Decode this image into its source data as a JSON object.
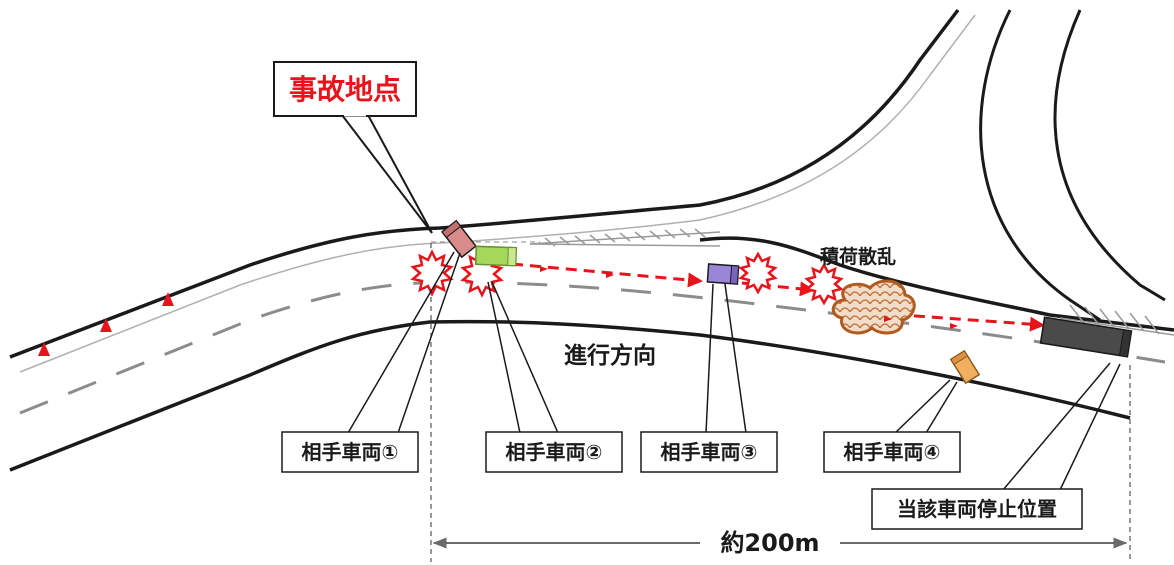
{
  "labels": {
    "accident_point": "事故地点",
    "cargo_scatter": "積荷散乱",
    "direction": "進行方向",
    "vehicle_1": "相手車両①",
    "vehicle_2": "相手車両②",
    "vehicle_3": "相手車両③",
    "vehicle_4": "相手車両④",
    "stop_position": "当該車両停止位置",
    "distance": "約200m"
  },
  "colors": {
    "accent_red": "#e8141b",
    "road_edge": "#1a1a1a",
    "lane_dash": "#8c8c8c",
    "vehicle_1": "#d98a8a",
    "vehicle_2": "#a6d65a",
    "vehicle_3": "#9a86d6",
    "vehicle_4": "#f0b060",
    "subject_vehicle": "#4a4a4a",
    "cargo": "#f2dcc7",
    "cargo_outline": "#b05a1e"
  },
  "icons": {
    "collision": "collision-burst-icon",
    "cone": "traffic-cone-icon",
    "direction_arrow": "dashed-red-arrow"
  }
}
